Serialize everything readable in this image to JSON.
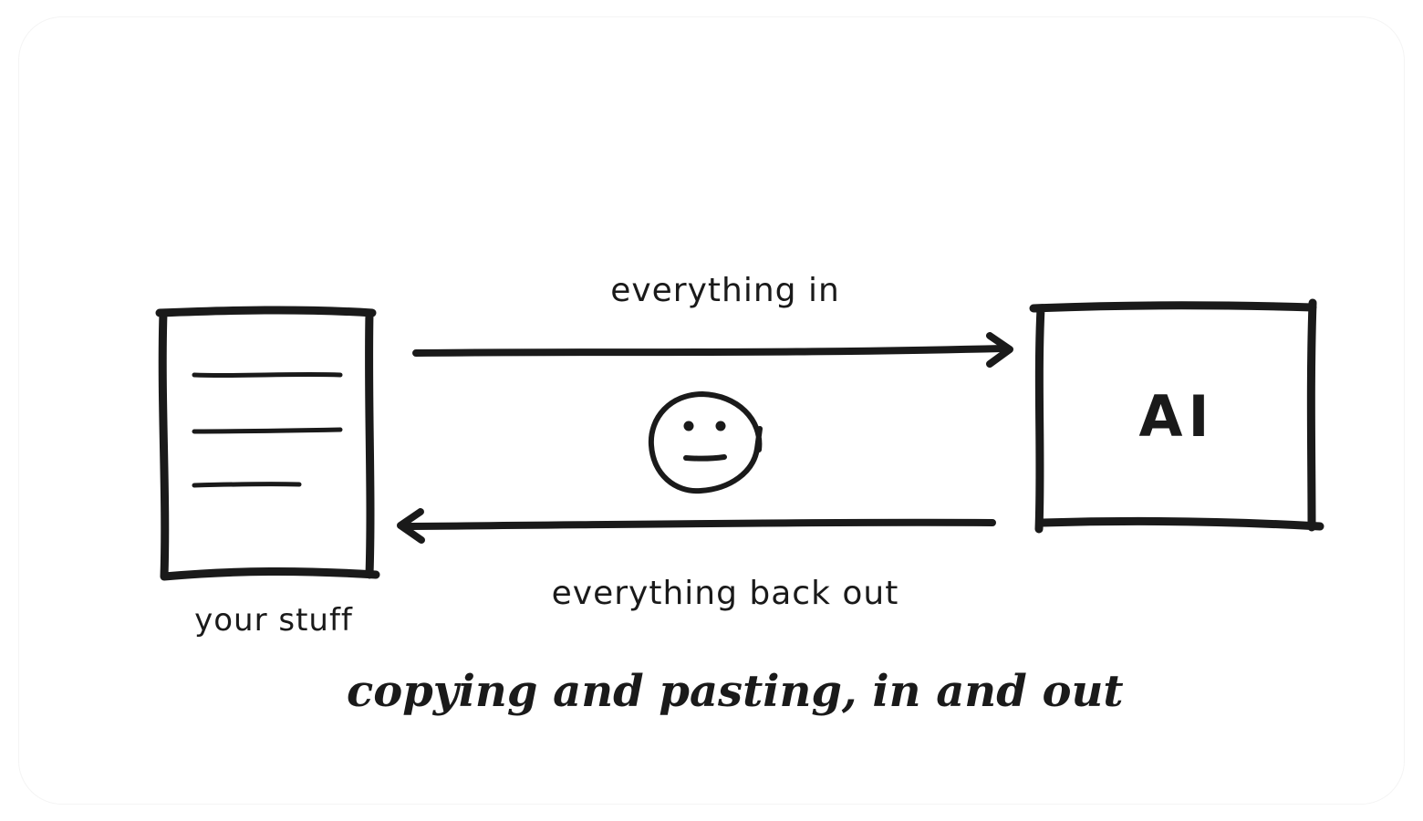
{
  "diagram": {
    "document_label": "your stuff",
    "ai_box_label": "AI",
    "arrow_in_label": "everything in",
    "arrow_out_label": "everything back out",
    "caption": "copying and pasting, in and out",
    "face_expression": "neutral-face-icon",
    "stroke_color": "#1a1a1a",
    "background_color": "#ffffff"
  }
}
